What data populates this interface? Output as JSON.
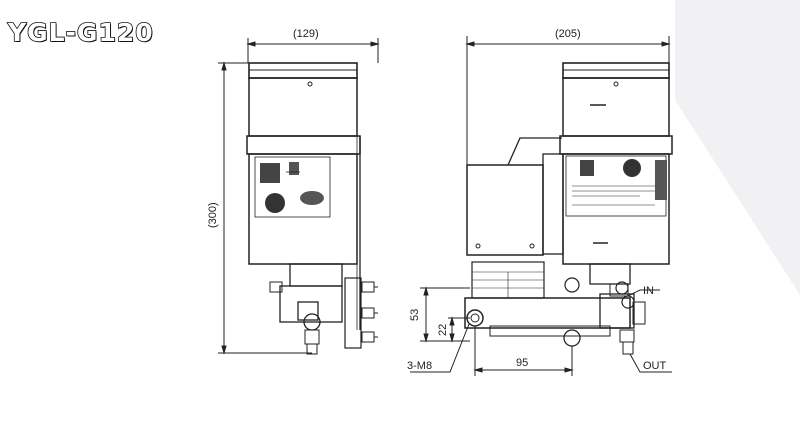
{
  "title": "YGL-G120",
  "dimensions": {
    "front_width": "(129)",
    "front_height": "(300)",
    "side_width": "(205)",
    "height_53": "53",
    "height_22": "22",
    "width_95": "95"
  },
  "labels": {
    "mount_holes": "3-M8",
    "inlet": "IN",
    "outlet": "OUT"
  },
  "colors": {
    "line": "#222222",
    "panel_light": "#f1f1f3",
    "panel_white": "#ffffff"
  }
}
